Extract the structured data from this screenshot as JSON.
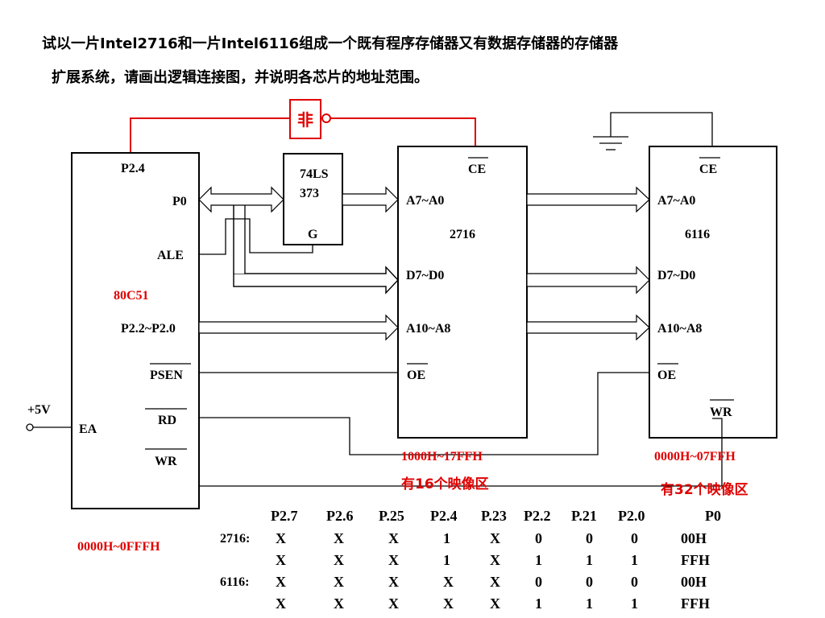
{
  "question": {
    "line1": "试以一片Intel2716和一片Intel6116组成一个既有程序存储器又有数据存储器的存储器",
    "line2": "扩展系统，请画出逻辑连接图，并说明各芯片的地址范围。"
  },
  "not_gate": {
    "label": "非"
  },
  "mcu": {
    "name": "80C51",
    "pins": {
      "p24": "P2.4",
      "p0": "P0",
      "ale": "ALE",
      "p22_p20": "P2.2~P2.0",
      "psen": "PSEN",
      "rd": "RD",
      "wr": "WR",
      "ea": "EA"
    },
    "range": "0000H~0FFFH"
  },
  "latch": {
    "line1": "74LS",
    "line2": "373",
    "g": "G"
  },
  "eprom": {
    "name": "2716",
    "pins": {
      "ce": "CE",
      "a7a0": "A7~A0",
      "d7d0": "D7~D0",
      "a10a8": "A10~A8",
      "oe": "OE"
    },
    "range": "1000H~17FFH",
    "images": "有16个映像区"
  },
  "ram": {
    "name": "6116",
    "pins": {
      "ce": "CE",
      "a7a0": "A7~A0",
      "d7d0": "D7~D0",
      "a10a8": "A10~A8",
      "oe": "OE",
      "wr": "WR"
    },
    "range": "0000H~07FFH",
    "images": "有32个映像区"
  },
  "power": {
    "vcc": "+5V"
  },
  "address_table": {
    "headers": [
      "P2.7",
      "P2.6",
      "P.25",
      "P2.4",
      "P.23",
      "P2.2",
      "P.21",
      "P2.0",
      "P0"
    ],
    "rows": [
      {
        "label": "2716:",
        "cells": [
          "X",
          "X",
          "X",
          "1",
          "X",
          "0",
          "0",
          "0",
          "00H"
        ]
      },
      {
        "label": "",
        "cells": [
          "X",
          "X",
          "X",
          "1",
          "X",
          "1",
          "1",
          "1",
          "FFH"
        ]
      },
      {
        "label": "6116:",
        "cells": [
          "X",
          "X",
          "X",
          "X",
          "X",
          "0",
          "0",
          "0",
          "00H"
        ]
      },
      {
        "label": "",
        "cells": [
          "X",
          "X",
          "X",
          "X",
          "X",
          "1",
          "1",
          "1",
          "FFH"
        ]
      }
    ],
    "highlight_color": "#e00000"
  }
}
